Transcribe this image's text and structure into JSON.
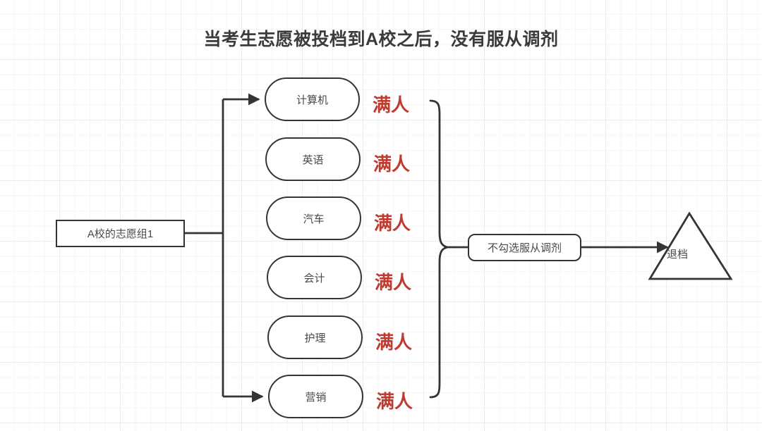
{
  "title": "当考生志愿被投档到A校之后，没有服从调剂",
  "colors": {
    "stroke": "#343434",
    "text": "#4a4a4a",
    "title": "#3b3b3b",
    "full_tag": "#bf3a30",
    "grid_minor": "#f6f6f6",
    "grid_major": "#ececec",
    "background": "#ffffff"
  },
  "source_node": {
    "label": "A校的志愿组1",
    "shape": "rectangle"
  },
  "majors": [
    {
      "label": "计算机",
      "status": "满人"
    },
    {
      "label": "英语",
      "status": "满人"
    },
    {
      "label": "汽车",
      "status": "满人"
    },
    {
      "label": "会计",
      "status": "满人"
    },
    {
      "label": "护理",
      "status": "满人"
    },
    {
      "label": "营销",
      "status": "满人"
    }
  ],
  "decision_node": {
    "label": "不勾选服从调剂",
    "shape": "rounded-rectangle"
  },
  "outcome_node": {
    "label": "退档",
    "shape": "triangle"
  },
  "brace": {
    "orientation": "right-pointing",
    "groups_count": 6
  }
}
